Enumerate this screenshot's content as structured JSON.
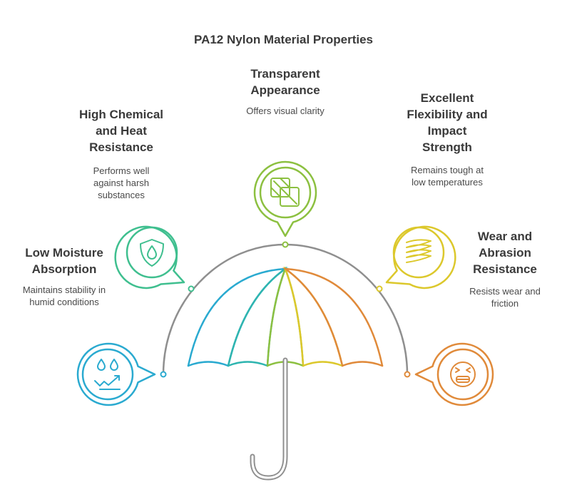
{
  "title": "PA12 Nylon Material Properties",
  "properties": [
    {
      "id": "moisture",
      "title_lines": [
        "Low Moisture",
        "Absorption"
      ],
      "desc_lines": [
        "Maintains stability in",
        "humid conditions"
      ],
      "color": "#2aaad0",
      "icon": "water-drops-trend-icon"
    },
    {
      "id": "chemical",
      "title_lines": [
        "High Chemical",
        "and Heat",
        "Resistance"
      ],
      "desc_lines": [
        "Performs well",
        "against harsh",
        "substances"
      ],
      "color": "#3fbf8f",
      "icon": "shield-drop-icon"
    },
    {
      "id": "transparent",
      "title_lines": [
        "Transparent",
        "Appearance"
      ],
      "desc_lines": [
        "Offers visual clarity"
      ],
      "color": "#8cc040",
      "icon": "overlapping-squares-icon"
    },
    {
      "id": "flexibility",
      "title_lines": [
        "Excellent",
        "Flexibility and",
        "Impact",
        "Strength"
      ],
      "desc_lines": [
        "Remains tough at",
        "low temperatures"
      ],
      "color": "#dcc82c",
      "icon": "spring-coil-icon"
    },
    {
      "id": "wear",
      "title_lines": [
        "Wear and",
        "Abrasion",
        "Resistance"
      ],
      "desc_lines": [
        "Resists wear and",
        "friction"
      ],
      "color": "#e08a3a",
      "icon": "strained-face-icon"
    }
  ],
  "colors": {
    "arc": "#8f8f8f",
    "umbrella_panels": [
      "#2aaad0",
      "#2fb5b0",
      "#8cc040",
      "#dcc82c",
      "#e08a3a"
    ]
  }
}
